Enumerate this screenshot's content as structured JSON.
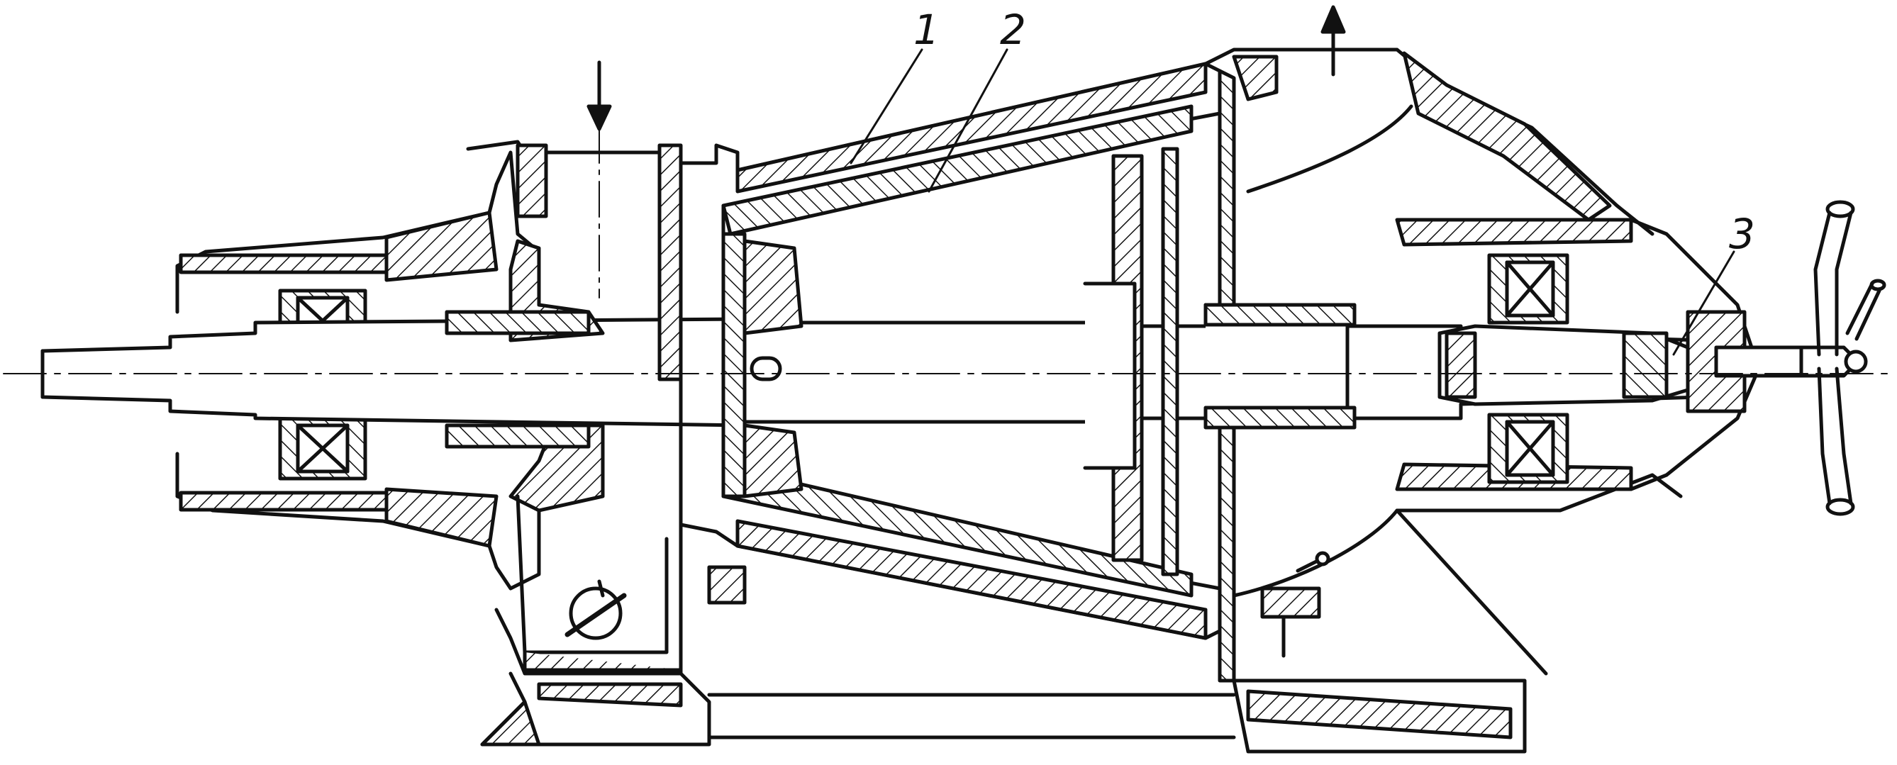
{
  "callouts": {
    "c1": "1",
    "c2": "2",
    "c3": "3"
  },
  "colors": {
    "ink": "#111111",
    "paper": "#ffffff"
  }
}
